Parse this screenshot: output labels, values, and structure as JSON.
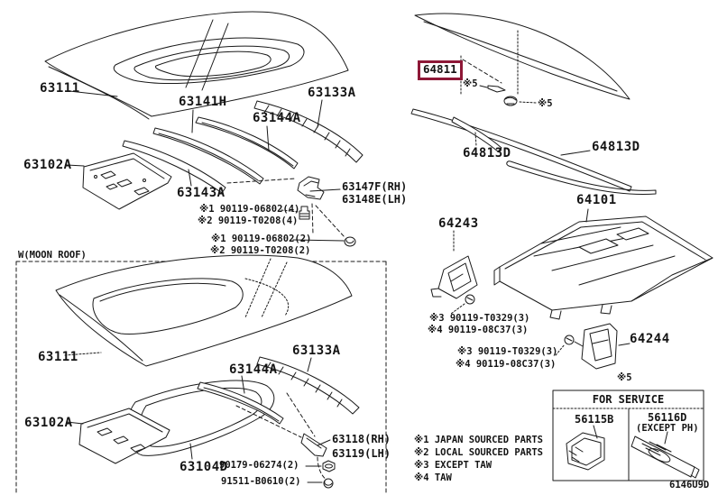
{
  "diagram": {
    "figure_code": "6146U9D",
    "highlight_color": "#8E1837",
    "standard_roof": {
      "roof_panel": "63111",
      "windshield_header": "63141H",
      "roof_rail_rear": "63133A",
      "roof_bow_center": "63144A",
      "header_panel_front": "63102A",
      "roof_bow_front": "63143A",
      "roof_bracket_rh": "63147F(RH)",
      "roof_bracket_lh": "63148E(LH)",
      "fastener_line1": "※1 90119-06802(4)",
      "fastener_line2": "※2 90119-T0208(4)",
      "fastener_line3": "※1 90119-06802(2)",
      "fastener_line4": "※2 90119-T0208(2)"
    },
    "moon_roof": {
      "section_label": "W(MOON ROOF)",
      "roof_panel": "63111",
      "roof_rail_rear": "63133A",
      "roof_bow": "63144A",
      "header_panel_front": "63102A",
      "moonroof_frame": "63104D",
      "bracket_rh": "63118(RH)",
      "bracket_lh": "63119(LH)",
      "nut": "90179-06274(2)",
      "clip": "91511-B0610(2)"
    },
    "back_window": {
      "glass": "64811",
      "remark_clip_upper": "※5",
      "remark_clip_lower": "※5",
      "moulding_left": "64813D",
      "moulding_right": "64813D"
    },
    "package_tray": {
      "panel": "64101",
      "bracket_left": "64243",
      "bracket_right": "64244",
      "fastener_line1": "※3 90119-T0329(3)",
      "fastener_line2": "※4 90119-08C37(3)",
      "fastener_line3": "※3 90119-T0329(3)",
      "fastener_line4": "※4 90119-08C37(3)",
      "service_remark": "※5"
    },
    "service_table": {
      "header": "FOR SERVICE",
      "part_left": "56115B",
      "part_right": "56116D",
      "part_right_note": "(EXCEPT PH)"
    },
    "legend": {
      "line1": "※1 JAPAN SOURCED PARTS",
      "line2": "※2 LOCAL SOURCED PARTS",
      "line3": "※3 EXCEPT TAW",
      "line4": "※4 TAW"
    }
  }
}
